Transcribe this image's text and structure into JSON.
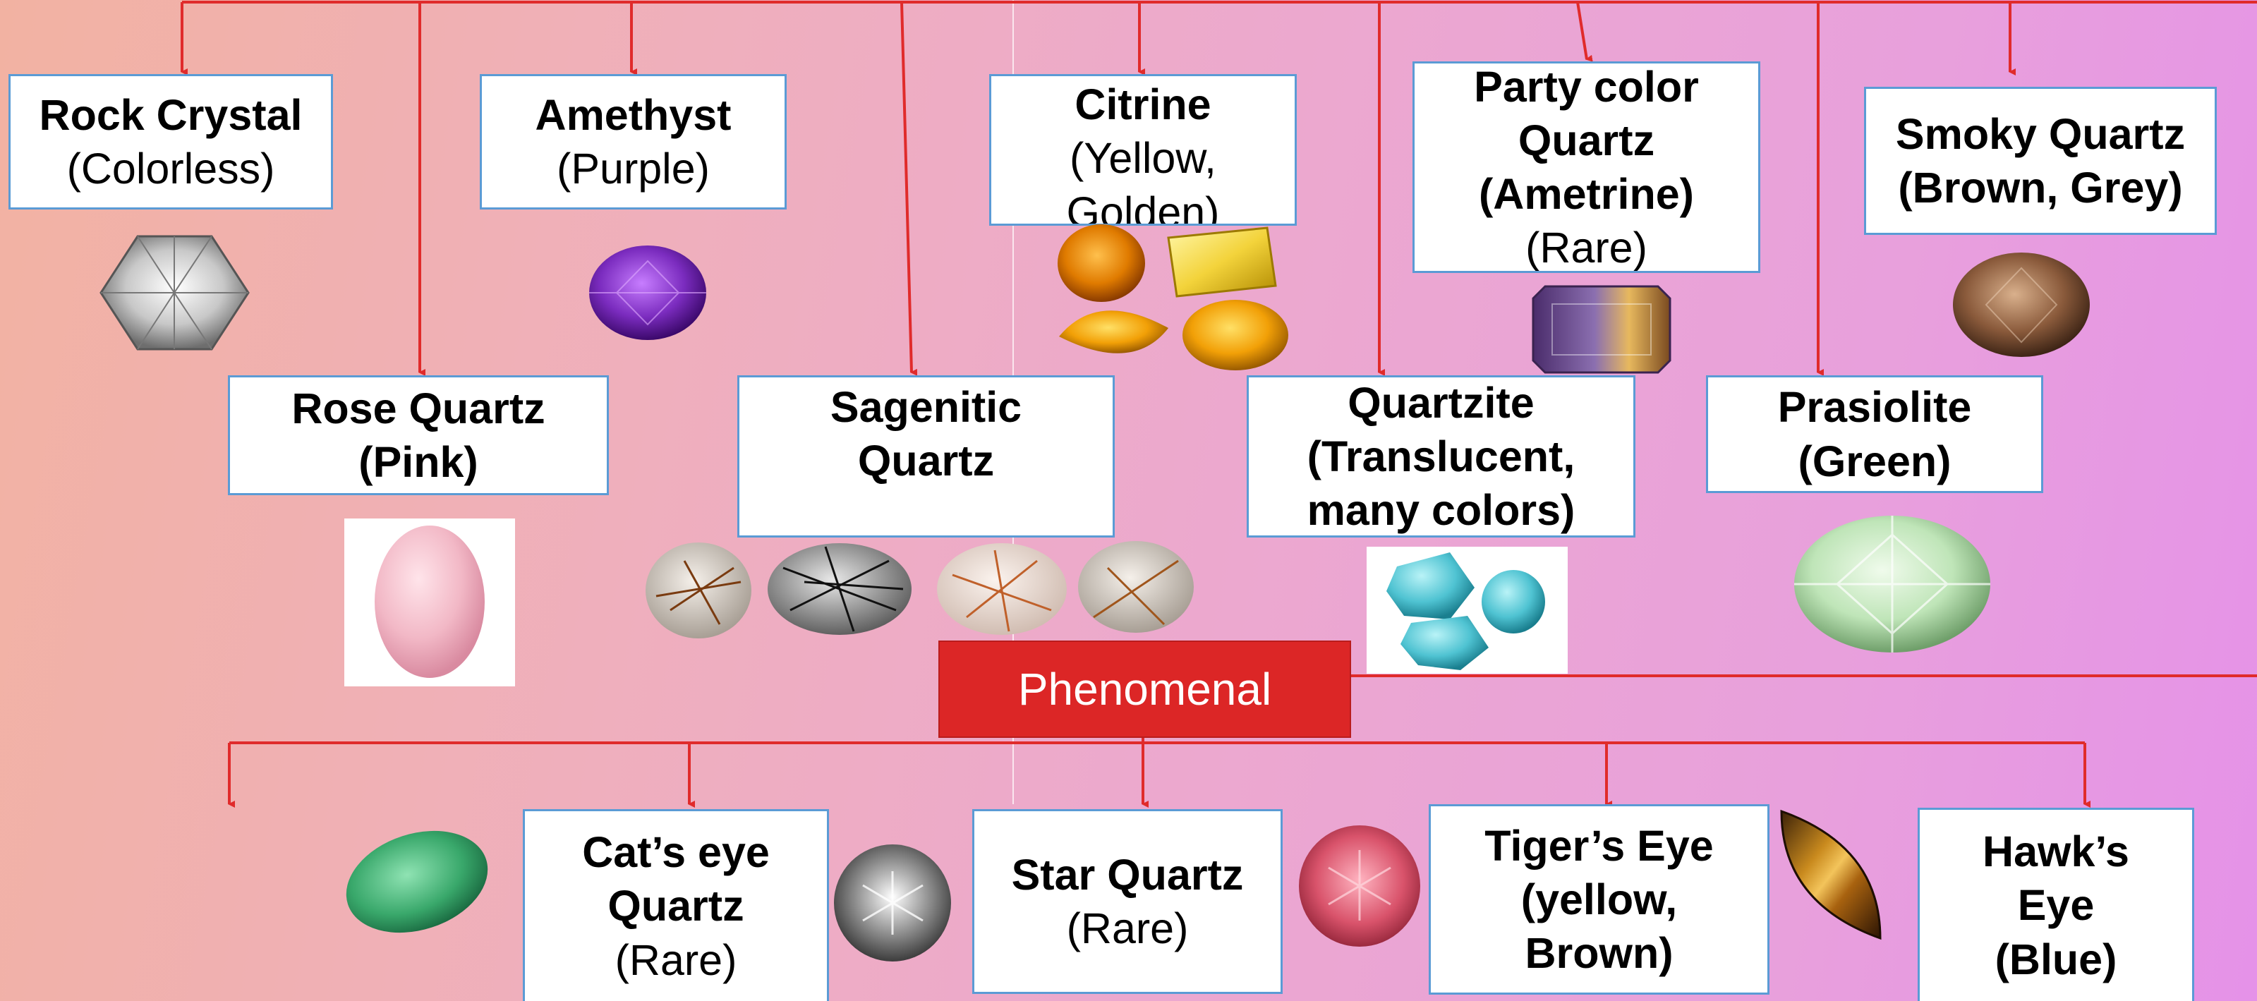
{
  "boxes": {
    "rock_crystal": {
      "title": "Rock Crystal",
      "sub": "(Colorless)"
    },
    "amethyst": {
      "title": "Amethyst",
      "sub": "(Purple)"
    },
    "citrine": {
      "title": "Citrine",
      "sub": "(Yellow,\nGolden)"
    },
    "party_color": {
      "title": "Party color\nQuartz\n(Ametrine)",
      "sub": "(Rare)"
    },
    "smoky": {
      "title": "Smoky Quartz\n(Brown, Grey)"
    },
    "rose": {
      "title": "Rose Quartz\n(Pink)"
    },
    "sagenitic": {
      "title": "Sagenitic\nQuartz"
    },
    "quartzite": {
      "title": "Quartzite\n(Translucent,\nmany colors)"
    },
    "prasiolite": {
      "title": "Prasiolite\n(Green)"
    },
    "cats_eye": {
      "title": "Cat’s eye\nQuartz",
      "sub": "(Rare)"
    },
    "star": {
      "title": "Star Quartz",
      "sub": "(Rare)"
    },
    "tigers_eye": {
      "title": "Tiger’s Eye\n(yellow,\nBrown)"
    },
    "hawks_eye": {
      "title": "Hawk’s\nEye\n(Blue)"
    }
  },
  "phenomenal": {
    "label": "Phenomenal"
  },
  "colors": {
    "connector": "#e02b2b",
    "box_border": "#5b9bd5",
    "phenomenal_fill": "#dc2626"
  }
}
